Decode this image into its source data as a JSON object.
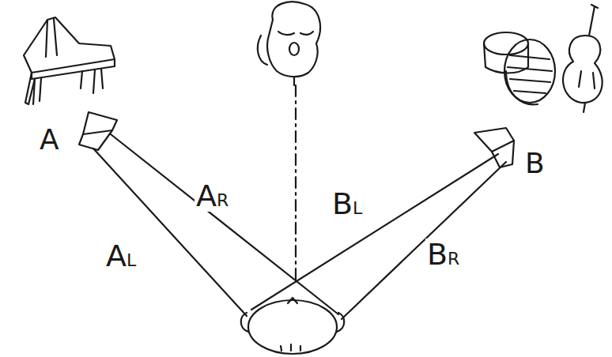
{
  "diagram": {
    "labels": [
      "A",
      "B",
      "AR",
      "BL",
      "AL",
      "BR"
    ]
  }
}
